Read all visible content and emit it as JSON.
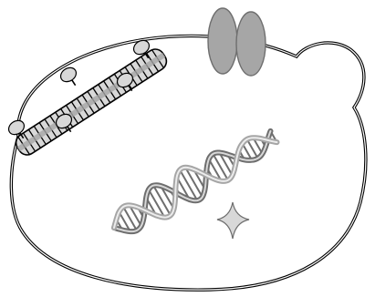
{
  "figure": {
    "style": "grayscale schematic illustration",
    "elements": [
      {
        "name": "cell-membrane",
        "shape": "rounded ellipse with a bud (double outline)"
      },
      {
        "name": "ribosome-pair",
        "shape": "two grey ovals on the membrane"
      },
      {
        "name": "microtubule",
        "shape": "striped rod with attached proteins"
      },
      {
        "name": "dna-double-helix",
        "shape": "twisted ladder"
      },
      {
        "name": "sparkle",
        "shape": "four-point star"
      }
    ]
  },
  "colors": {
    "outline": "#000000",
    "shade_light": "#d8d8d8",
    "shade_mid": "#a6a6a6",
    "shade_dark": "#6e6e6e",
    "background": "#ffffff"
  }
}
